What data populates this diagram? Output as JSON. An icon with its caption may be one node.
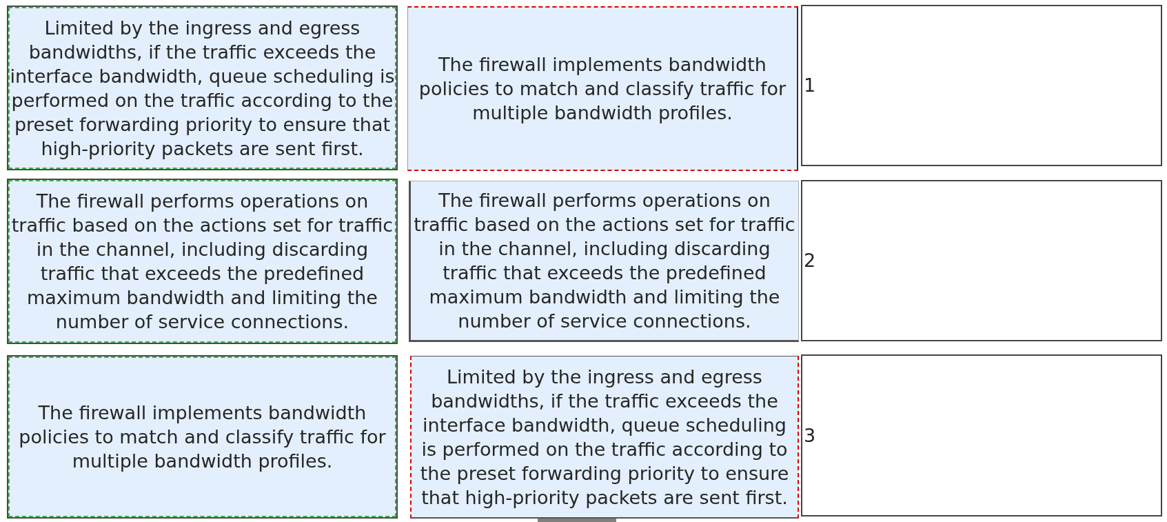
{
  "diagram": {
    "nodes": [
      {
        "text": [
          "Limited by the ingress and egress bandwidths, if the traffic exceeds the interface bandwidth, queue scheduling is performed on the traffic according to the preset forwarding priority to ensure that high-priority packets are sent first."
        ]
      },
      {
        "text": [
          "The firewall implements bandwidth policies to match and classify traffic for multiple bandwidth profiles."
        ]
      },
      {
        "text": [
          "1"
        ]
      },
      {
        "text": [
          "The firewall performs operations on traffic based on the actions set for traffic in the channel, including discarding traffic that exceeds the predefined maximum bandwidth and limiting the number of service connections."
        ]
      },
      {
        "text": [
          "The firewall performs operations on traffic based on the actions set for traffic in the channel, including discarding traffic that exceeds the predefined maximum bandwidth and limiting the number of service connections."
        ]
      },
      {
        "text": [
          "2"
        ]
      },
      {
        "text": [
          "The firewall implements bandwidth policies to match and classify traffic for multiple bandwidth profiles."
        ]
      },
      {
        "text": [
          "Limited by the ingress and egress bandwidths, if the traffic exceeds the interface bandwidth, queue scheduling is performed on the traffic according to the preset forwarding priority to ensure that high-priority packets are sent first."
        ]
      },
      {
        "text": [
          "3"
        ]
      }
    ]
  }
}
